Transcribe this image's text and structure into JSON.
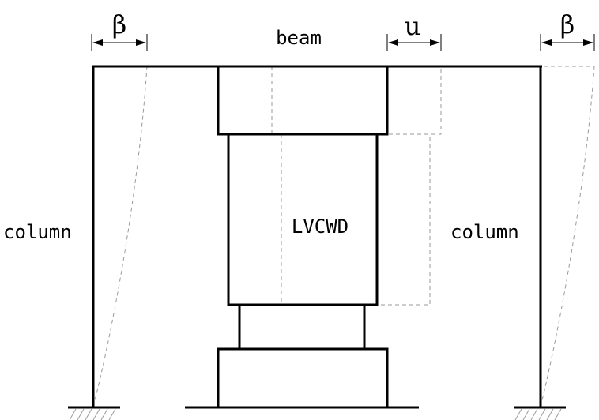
{
  "labels": {
    "beam": "beam",
    "column_left": "column",
    "column_right": "column",
    "damper": "LVCWD",
    "rotation_left": "β",
    "rotation_right": "β",
    "displacement": "u"
  },
  "colors": {
    "line": "#000000",
    "deformed": "#9a9a9a",
    "background": "#ffffff"
  }
}
